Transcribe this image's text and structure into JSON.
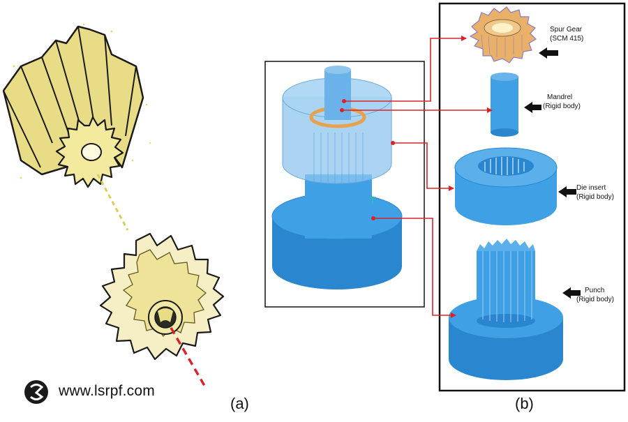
{
  "brand": {
    "url": "www.lsrpf.com",
    "logo_letter": "S"
  },
  "captions": {
    "a": "(a)",
    "b": "(b)"
  },
  "parts": [
    {
      "line1": "Spur Gear",
      "line2": "(SCM 415)"
    },
    {
      "line1": "Mandrel",
      "line2": "(Rigid body)"
    },
    {
      "line1": "Die insert",
      "line2": "(Rigid body)"
    },
    {
      "line1": "Punch",
      "line2": "(Rigid body)"
    }
  ],
  "colors": {
    "gear_yellow": "#efe39a",
    "gear_outline": "#1a1a1a",
    "gear_orange": "#e8a24e",
    "body_blue": "#3fa0e6",
    "body_blue_dark": "#2a86cf",
    "body_blue_light": "#8fc6ef",
    "arrow_red": "#d9222a",
    "frame": "#111111"
  }
}
